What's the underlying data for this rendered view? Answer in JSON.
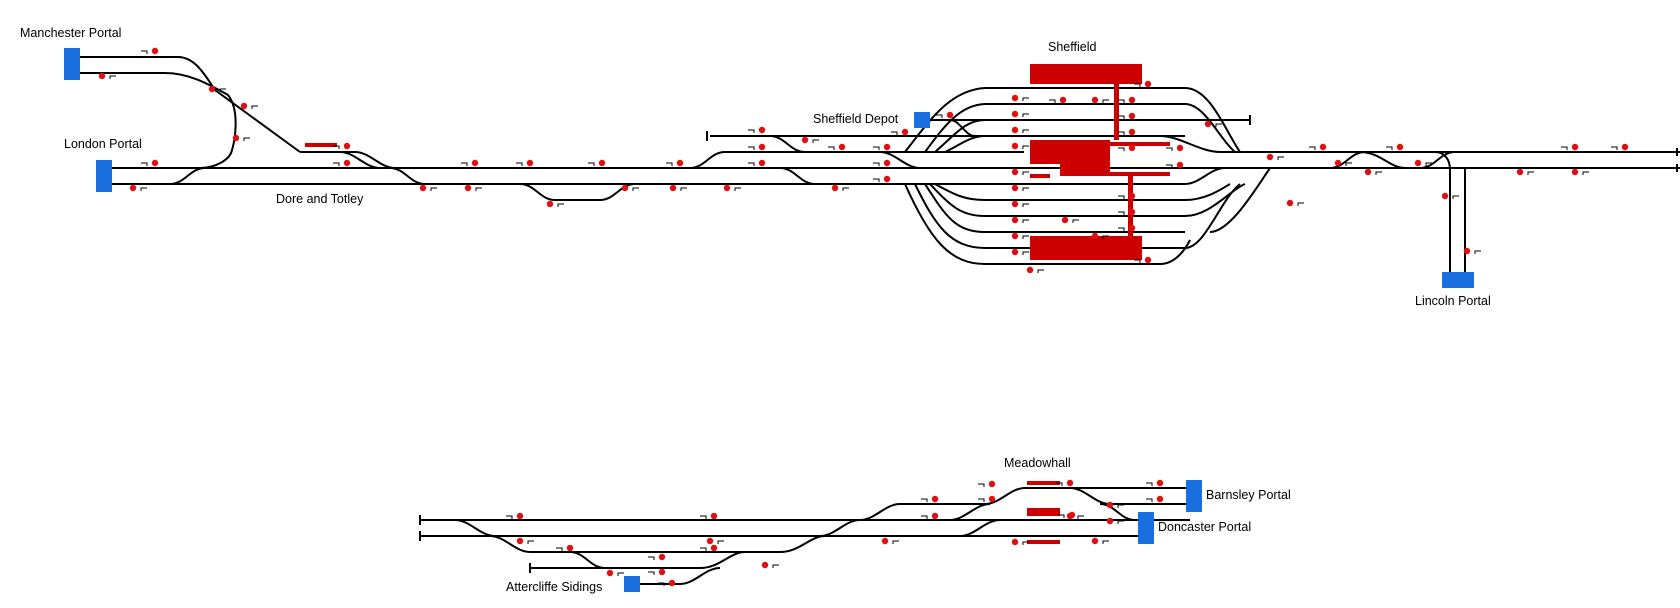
{
  "title": "",
  "labels": {
    "manchester_portal": "Manchester Portal",
    "london_portal": "London Portal",
    "dore_and_totley": "Dore and Totley",
    "sheffield": "Sheffield",
    "sheffield_depot": "Sheffield Depot",
    "lincoln_portal": "Lincoln Portal",
    "meadowhall": "Meadowhall",
    "barnsley_portal": "Barnsley Portal",
    "doncaster_portal": "Doncaster Portal",
    "attercliffe_sidings": "Attercliffe Sidings"
  },
  "colors": {
    "track": "#000000",
    "signal": "#e01010",
    "platform": "#cc0000",
    "portal": "#1a6fe0"
  },
  "icons": {
    "signal": "red-dot-signal-icon",
    "portal": "portal-block-icon"
  }
}
